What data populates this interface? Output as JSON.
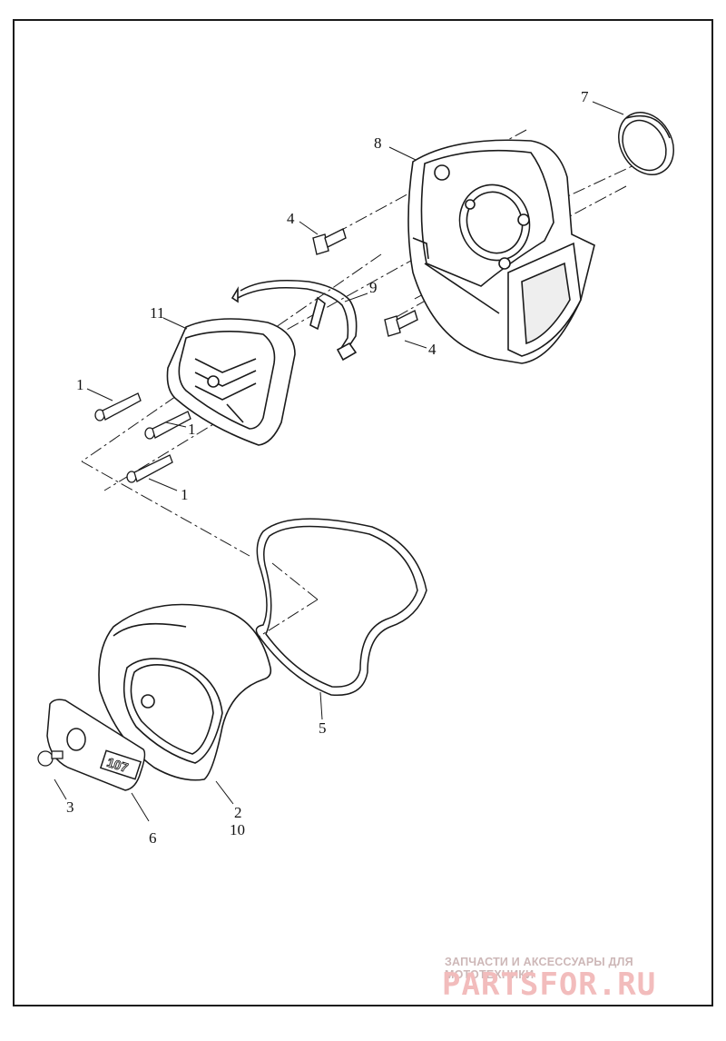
{
  "callouts": [
    {
      "id": "1a",
      "text": "1"
    },
    {
      "id": "1b",
      "text": "1"
    },
    {
      "id": "1c",
      "text": "1"
    },
    {
      "id": "2",
      "text": "2"
    },
    {
      "id": "10",
      "text": "10"
    },
    {
      "id": "3",
      "text": "3"
    },
    {
      "id": "4a",
      "text": "4"
    },
    {
      "id": "4b",
      "text": "4"
    },
    {
      "id": "5",
      "text": "5"
    },
    {
      "id": "6",
      "text": "6"
    },
    {
      "id": "7",
      "text": "7"
    },
    {
      "id": "8",
      "text": "8"
    },
    {
      "id": "9",
      "text": "9"
    },
    {
      "id": "11",
      "text": "11"
    }
  ],
  "badge_text": "107",
  "watermark": {
    "tagline": "ЗАПЧАСТИ И АКСЕССУАРЫ ДЛЯ МОТОТЕХНИКИ",
    "brand": "PARTSFOR.RU"
  },
  "colors": {
    "line": "#1a1a1a",
    "watermark_small": "#cdb7b7",
    "watermark_big": "#f2bcbc"
  }
}
